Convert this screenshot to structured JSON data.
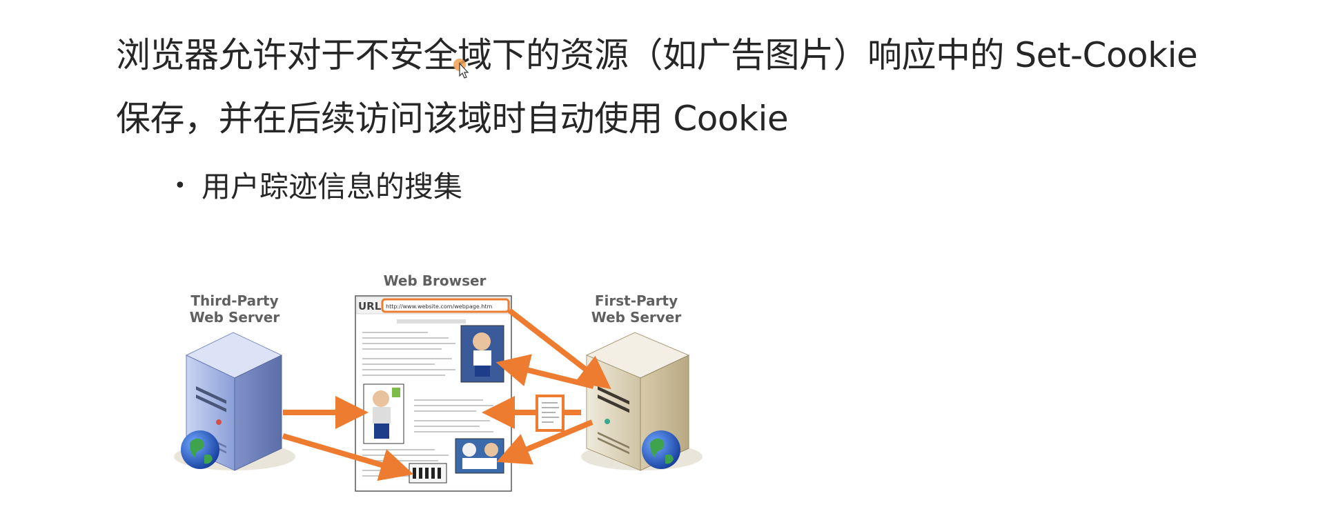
{
  "slide": {
    "line1": "浏览器允许对于不安全域下的资源（如广告图片）响应中的 Set-Cookie",
    "line2": "保存，并在后续访问该域时自动使用 Cookie",
    "bullet_marker": "•",
    "bullet": "用户踪迹信息的搜集"
  },
  "diagram": {
    "browser_title": "Web Browser",
    "url_label": "URL",
    "url_text": "http://www.website.com/webpage.htm",
    "third_party_line1": "Third-Party",
    "third_party_line2": "Web Server",
    "first_party_line1": "First-Party",
    "first_party_line2": "Web Server",
    "colors": {
      "arrow": "#ee7c30",
      "server_third": "#9aaee0",
      "server_first": "#d8cdb2",
      "label": "#606060"
    },
    "icons": [
      "server-icon",
      "globe-icon",
      "image-thumbnail-icon",
      "cookie-document-icon",
      "mouse-cursor-icon"
    ]
  }
}
